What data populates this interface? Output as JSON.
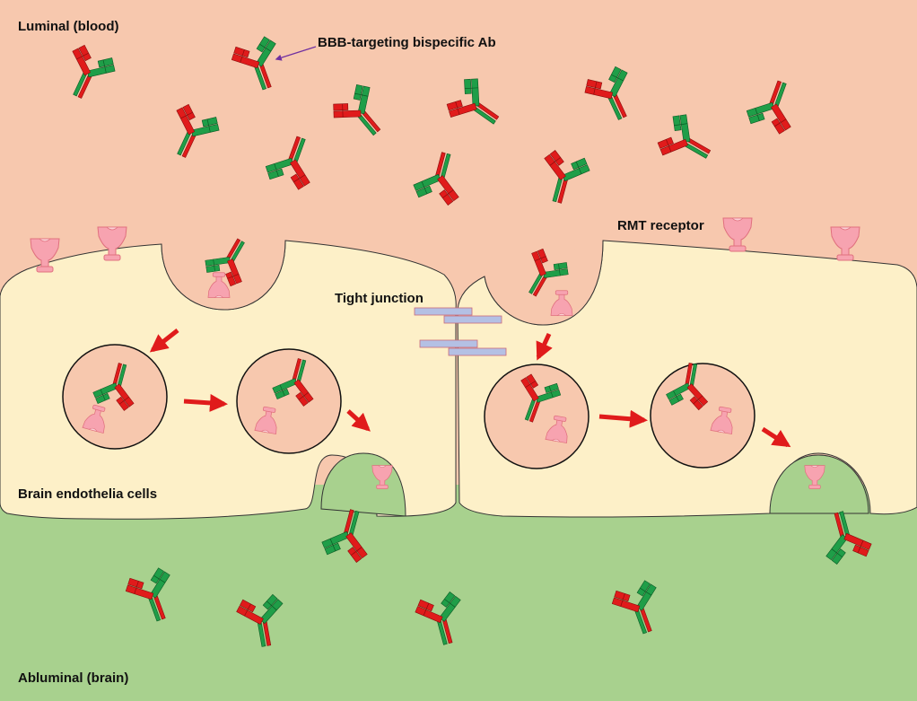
{
  "labels": {
    "luminal": "Luminal (blood)",
    "bispecific": "BBB-targeting bispecific Ab",
    "rmt_receptor": "RMT receptor",
    "tight_junction": "Tight junction",
    "endothelia": "Brain endothelia cells",
    "abluminal": "Abluminal (brain)"
  },
  "colors": {
    "blood": "#f7c8ae",
    "cell": "#fdf0c8",
    "brain": "#a8d18e",
    "ab_green": "#1f9e48",
    "ab_red": "#e01b1b",
    "receptor": "#f7a3b0",
    "arrow": "#e01b1b",
    "pointer": "#7030a0",
    "junction": "#b4c0e4"
  },
  "icons": [
    "antibody-icon",
    "rmt-receptor-icon",
    "vesicle-icon",
    "arrow-icon"
  ]
}
